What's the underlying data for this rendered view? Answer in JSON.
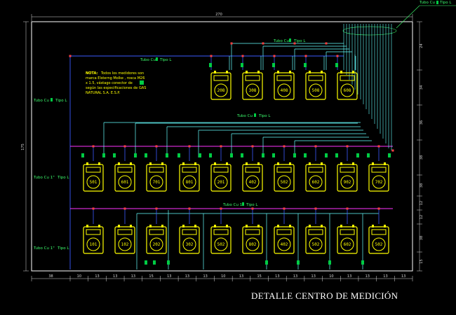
{
  "title": "DETALLE CENTRO DE MEDICIÓN",
  "colors": {
    "frame": "#ffffff",
    "riser_blue": "#3b5bff",
    "manifold": "#ff33ff",
    "riser_cyan": "#66ffff",
    "meter": "#ffff00",
    "label": "#3cff6e",
    "dim": "#d9d9d9",
    "valve": "#00cc44"
  },
  "top_dimension": "270",
  "left_dimension": "175",
  "top_leader_label": "Tubo Cu",
  "top_leader_label_suffix": "Tipo L",
  "pipe_labels": [
    {
      "id": "top-main",
      "text": "Tubo Cu",
      "suffix": "Tipo L"
    },
    {
      "id": "top-row-riser",
      "text": "Tubo Cu",
      "suffix": "Tipo L"
    },
    {
      "id": "left-upper",
      "text": "Tubo Cu",
      "suffix": "Tipo L"
    },
    {
      "id": "mid-row",
      "text": "Tubo Cu",
      "suffix": "Tipo L"
    },
    {
      "id": "left-middle",
      "text": "Tubo Cu 1\"",
      "suffix": "Tipo L"
    },
    {
      "id": "bottom-row",
      "text": "Tubo Cu 1",
      "suffix": "Tipo L"
    },
    {
      "id": "left-lower",
      "text": "Tubo Cu 1\"",
      "suffix": "Tipo L"
    }
  ],
  "note": {
    "heading": "NOTA:",
    "lines": [
      "Todos los medidores son",
      "marca Elsterng Molke , rosca M26",
      "x 1.5, vástago conector de",
      "según las especificaciones de GAS",
      "NATURAL S.A. E.S.P."
    ]
  },
  "meters": {
    "row_top": [
      "208",
      "308",
      "408",
      "508",
      "608"
    ],
    "row_middle": [
      "501",
      "601",
      "701",
      "801",
      "201",
      "402",
      "502",
      "602",
      "902",
      "702"
    ],
    "row_bottom": [
      "101",
      "102",
      "202",
      "302",
      "502",
      "802",
      "402",
      "502",
      "602",
      "502"
    ]
  },
  "right_dims": [
    "24",
    "34",
    "36",
    "38",
    "38",
    "12",
    "12",
    "38",
    "15"
  ],
  "bottom_dims": [
    "38",
    "10",
    "13",
    "13",
    "13",
    "15",
    "13",
    "13",
    "13",
    "10",
    "13",
    "15",
    "13",
    "13",
    "13",
    "10",
    "13",
    "13",
    "13",
    "13"
  ]
}
